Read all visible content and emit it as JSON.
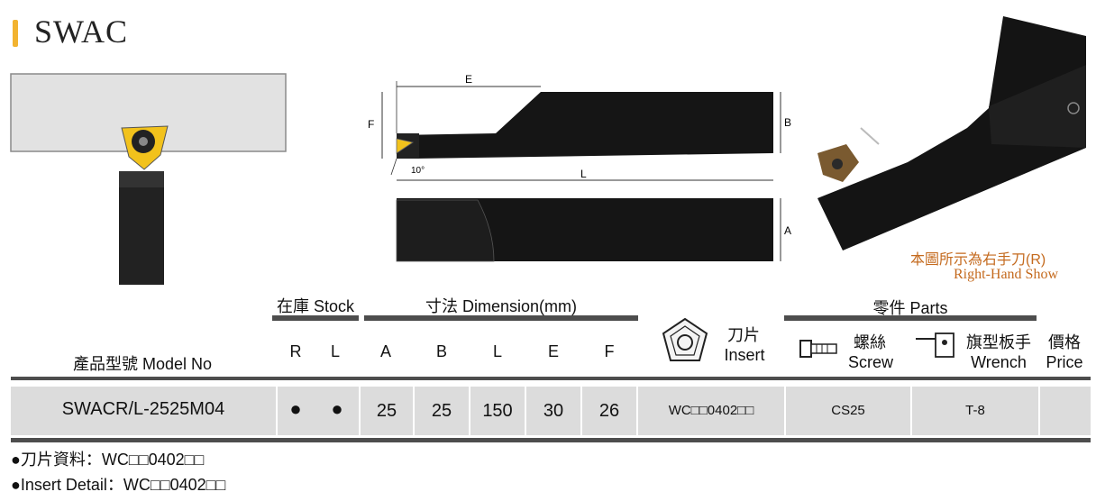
{
  "title": "SWAC",
  "drawing": {
    "dim_E": "E",
    "dim_F": "F",
    "dim_B": "B",
    "dim_L": "L",
    "dim_A": "A",
    "angle": "10°"
  },
  "photo_note": {
    "zh": "本圖所示為右手刀(R)",
    "en": "Right-Hand Show"
  },
  "table": {
    "model_header": "產品型號 Model No",
    "stock_header": "在庫 Stock",
    "dimension_header": "寸法 Dimension(mm)",
    "parts_header": "零件 Parts",
    "stock_cols": [
      "R",
      "L"
    ],
    "dim_cols": [
      "A",
      "B",
      "L",
      "E",
      "F"
    ],
    "insert_header": {
      "zh": "刀片",
      "en": "Insert"
    },
    "screw_header": {
      "zh": "螺絲",
      "en": "Screw"
    },
    "wrench_header": {
      "zh": "旗型板手",
      "en": "Wrench"
    },
    "price_header": {
      "zh": "價格",
      "en": "Price"
    },
    "row": {
      "model": "SWACR/L-2525M04",
      "stock_R": "●",
      "stock_L": "●",
      "A": "25",
      "B": "25",
      "L": "150",
      "E": "30",
      "F": "26",
      "insert": "WC□□0402□□",
      "screw": "CS25",
      "wrench": "T-8",
      "price": ""
    }
  },
  "footer": {
    "line1": "●刀片資料：WC□□0402□□",
    "line2": "●Insert Detail：WC□□0402□□"
  }
}
